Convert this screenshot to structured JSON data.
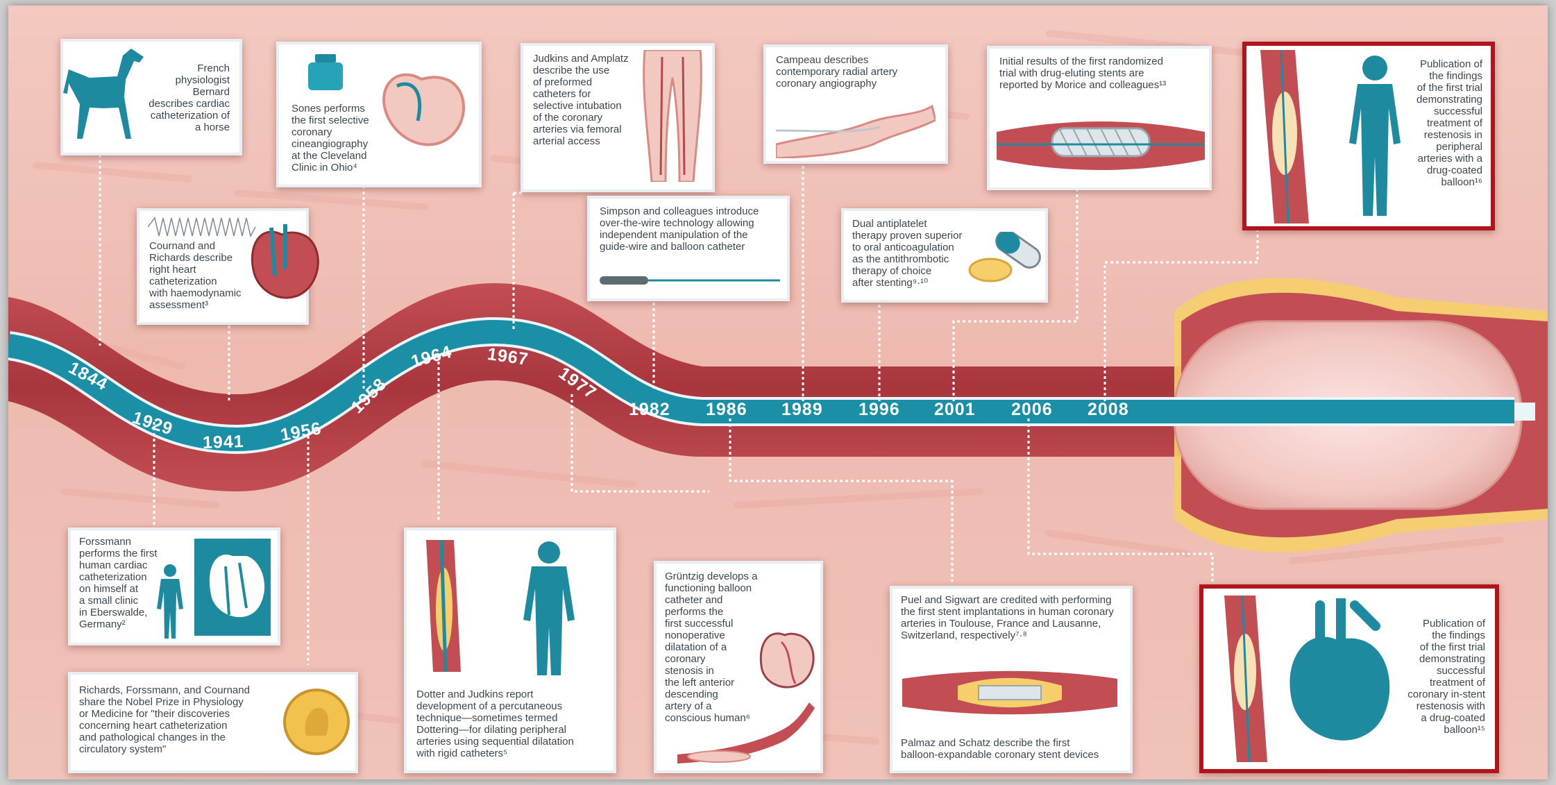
{
  "colors": {
    "artery": "#b8474c",
    "tube": "#1b8fa5",
    "teal": "#1d8aa0",
    "highlight": "#b2141b",
    "plaque": "#f6cf6a"
  },
  "years": [
    "1844",
    "1929",
    "1941",
    "1956",
    "1958",
    "1964",
    "1967",
    "1977",
    "1982",
    "1986",
    "1989",
    "1996",
    "2001",
    "2006",
    "2008"
  ],
  "events": {
    "e1844": "French\nphysiologist\nBernard\ndescribes cardiac\ncatheterization of\na horse",
    "e1929": "Forssmann\nperforms the first\nhuman cardiac\ncatheterization\non himself at\na small clinic\nin Eberswalde,\nGermany²",
    "e1941": "Cournand and\nRichards describe\nright heart\ncatheterization\nwith haemodynamic\nassessment³",
    "e1956": "Richards, Forssmann, and Cournand\nshare the Nobel Prize in Physiology\nor Medicine for \"their discoveries\nconcerning heart catheterization\nand pathological changes in the\ncirculatory system\"",
    "e1958": "Sones performs\nthe first selective\ncoronary\ncineangiography\nat the Cleveland\nClinic in Ohio⁴",
    "e1964": "Dotter and Judkins report\ndevelopment of a percutaneous\ntechnique—sometimes termed\nDottering—for dilating peripheral\narteries using sequential dilatation\nwith rigid catheters⁵",
    "e1967": "Judkins and Amplatz\ndescribe the use\nof preformed\ncatheters for\nselective intubation\nof the coronary\narteries via femoral\narterial access",
    "e1977": "Grüntzig develops a\nfunctioning balloon\ncatheter and\nperforms the\nfirst successful\nnonoperative\ndilatation of a\ncoronary\nstenosis in\nthe left anterior\ndescending\nartery of a\nconscious human⁶",
    "e1982": "Simpson and colleagues introduce\nover-the-wire technology allowing\nindependent manipulation of the\nguide-wire and balloon catheter",
    "e1986": "Puel and Sigwart are credited with performing\nthe first stent implantations in human coronary\narteries in Toulouse, France and Lausanne,\nSwitzerland, respectively⁷·⁸",
    "e1986b": "Palmaz and Schatz describe the first\nballoon-expandable coronary stent devices",
    "e1989": "Campeau describes\ncontemporary radial artery\ncoronary angiography",
    "e1996": "Dual antiplatelet\ntherapy proven superior\nto oral anticoagulation\nas the antithrombotic\ntherapy of choice\nafter stenting⁹·¹⁰",
    "e2001": "Initial results of the first randomized\ntrial with drug-eluting stents are\nreported by Morice and colleagues¹³",
    "e2006": "Publication of\nthe findings\nof the first trial\ndemonstrating\nsuccessful\ntreatment of\ncoronary in-stent\nrestenosis with\na drug-coated\nballoon¹⁵",
    "e2008": "Publication of\nthe findings\nof the first trial\ndemonstrating\nsuccessful\ntreatment of\nrestenosis in\nperipheral\narteries with a\ndrug-coated\nballoon¹⁶"
  },
  "icons": [
    "horse-icon",
    "ink-bottle-icon",
    "heart-icon",
    "leg-arteries-icon",
    "arm-icon",
    "stent-icon",
    "human-body-icon",
    "catheter-icon",
    "pills-icon",
    "nobel-medal-icon",
    "balloon-catheter-icon",
    "artery-balloon-icon"
  ]
}
